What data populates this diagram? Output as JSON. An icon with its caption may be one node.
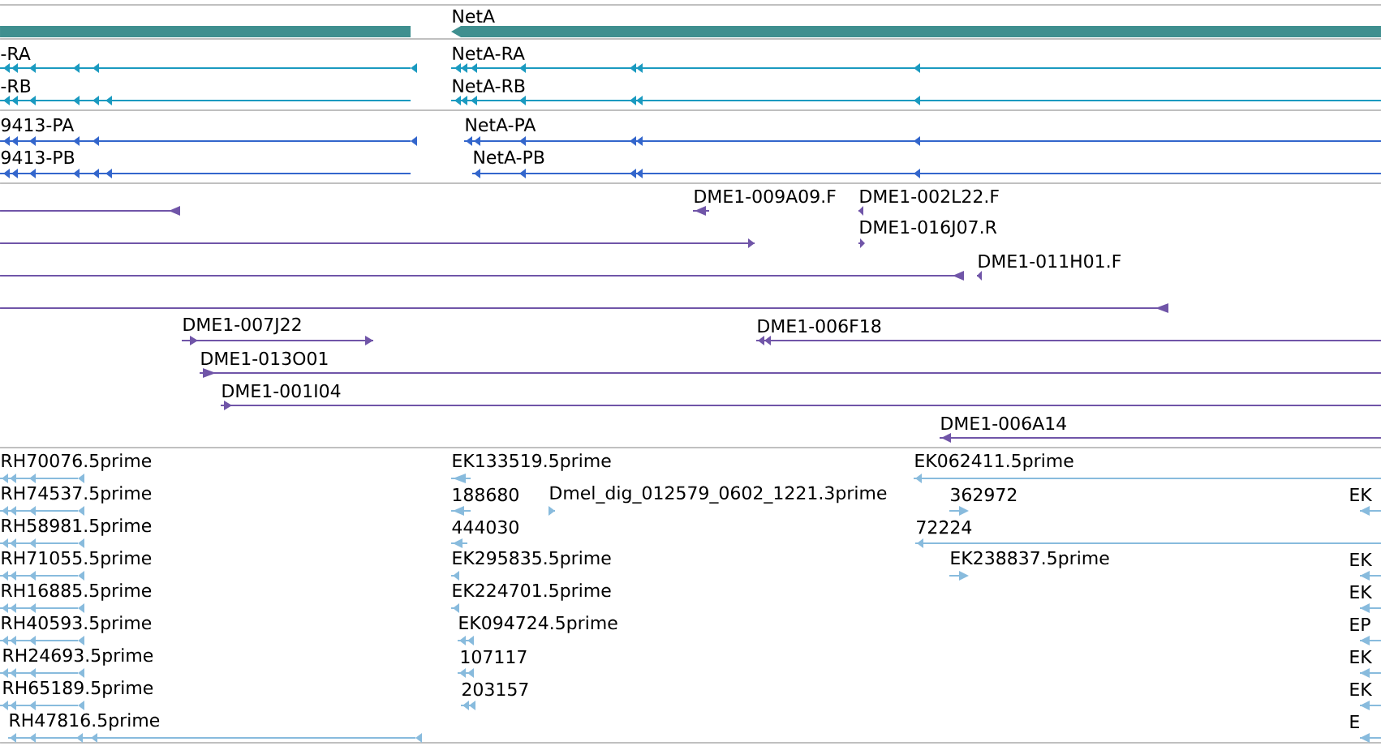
{
  "diagram": {
    "labels": [
      "NetA",
      "-RA",
      "NetA-RA",
      "-RB",
      "NetA-RB",
      "9413-PA",
      "NetA-PA",
      "9413-PB",
      "NetA-PB",
      "DME1-009A09.F",
      "DME1-002L22.F",
      "DME1-016J07.R",
      "DME1-011H01.F",
      "DME1-007J22",
      "DME1-006F18",
      "DME1-013O01",
      "DME1-001I04",
      "DME1-006A14",
      "RH70076.5prime",
      "EK133519.5prime",
      "EK062411.5prime",
      "RH74537.5prime",
      "188680",
      "Dmel_dig_012579_0602_1221.3prime",
      "362972",
      "EK",
      "RH58981.5prime",
      "444030",
      "72224",
      "RH71055.5prime",
      "EK295835.5prime",
      "EK238837.5prime",
      "EK",
      "RH16885.5prime",
      "EK224701.5prime",
      "EK",
      "RH40593.5prime",
      "EK094724.5prime",
      "EP",
      "RH24693.5prime",
      "107117",
      "EK",
      "RH65189.5prime",
      "203157",
      "EK",
      "RH47816.5prime",
      "E"
    ]
  }
}
